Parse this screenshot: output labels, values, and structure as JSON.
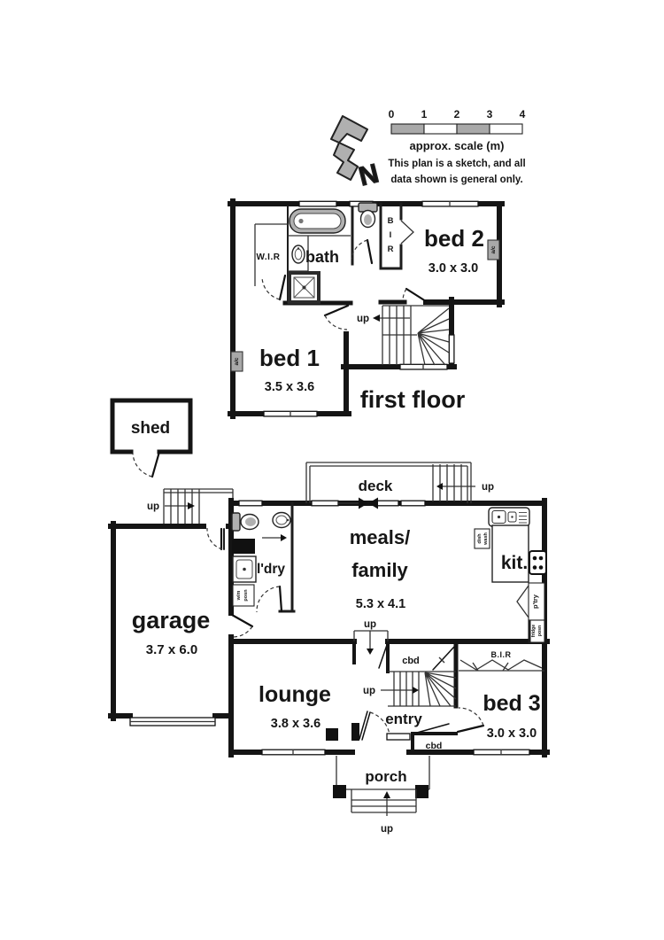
{
  "colors": {
    "wall": "#151515",
    "gray": "#b0b0b0",
    "scale_gray": "#a9a9a9"
  },
  "header": {
    "north_label": "N",
    "scale_ticks": [
      "0",
      "1",
      "2",
      "3",
      "4"
    ],
    "scale_caption": "approx. scale (m)",
    "disclaimer_line1": "This plan is a sketch, and all",
    "disclaimer_line2": "data shown is general only."
  },
  "first_floor": {
    "caption": "first floor",
    "up_label": "up",
    "wir_label": "W.I.R",
    "bath_label": "bath",
    "bir_letters": [
      "B",
      "I",
      "R"
    ],
    "bed2_label": "bed 2",
    "bed2_dims": "3.0 x 3.0",
    "bed1_label": "bed 1",
    "bed1_dims": "3.5 x 3.6",
    "ac_label": "a/c"
  },
  "ground_floor": {
    "shed_label": "shed",
    "garage_label": "garage",
    "garage_dims": "3.7 x 6.0",
    "laundry_label": "l'dry",
    "wm_lines": [
      "w/m",
      "posn"
    ],
    "meals_lines": [
      "meals/",
      "family"
    ],
    "meals_dims": "5.3 x 4.1",
    "kitchen_label": "kit.",
    "dishwasher_lines": [
      "dish",
      "wash"
    ],
    "pantry_label": "p'try",
    "fridge_lines": [
      "fridge",
      "posn"
    ],
    "deck_label": "deck",
    "lounge_label": "lounge",
    "lounge_dims": "3.8 x 3.6",
    "bed3_label": "bed 3",
    "bed3_dims": "3.0 x 3.0",
    "bir_label": "B.I.R",
    "cbd_stairs_label": "cbd",
    "cbd_entry_label": "cbd",
    "entry_label": "entry",
    "porch_label": "porch",
    "up_back": "up",
    "up_deck": "up",
    "up_step": "up",
    "up_stairs": "up",
    "up_porch": "up"
  }
}
